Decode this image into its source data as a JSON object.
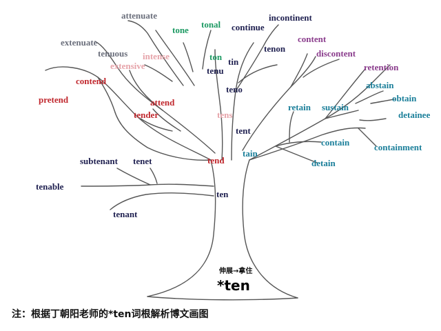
{
  "words": {
    "attenuate": "attenuate",
    "tone": "tone",
    "tonal": "tonal",
    "continue": "continue",
    "incontinent": "incontinent",
    "extenuate": "extenuate",
    "tenuous": "tenuous",
    "intense": "intense",
    "extensive": "extensive",
    "ton": "ton",
    "tin": "tin",
    "tenu": "tenu",
    "tenon": "tenon",
    "content": "content",
    "discontent": "discontent",
    "retention": "retention",
    "contend": "contend",
    "pretend": "pretend",
    "attend": "attend",
    "tender": "tender",
    "teno": "teno",
    "tens": "tens",
    "tent": "tent",
    "retain": "retain",
    "sustain": "sustain",
    "abstain": "abstain",
    "obtain": "obtain",
    "detainee": "detainee",
    "contain": "contain",
    "containment": "containment",
    "detain": "detain",
    "tain": "tain",
    "subtenant": "subtenant",
    "tenet": "tenet",
    "tend": "tend",
    "tenable": "tenable",
    "ten": "ten",
    "tenant": "tenant"
  },
  "root": {
    "meaning": "伸展→拿住",
    "word": "*ten"
  },
  "caption": "注：根据丁朝阳老师的*ten词根解析博文画图",
  "colors": {
    "gray": "#6b6f7c",
    "green": "#1d9a63",
    "navy": "#1f2050",
    "purple": "#8a3c8c",
    "red": "#c0272d",
    "teal": "#1b7f9a",
    "pink": "#e6a3a9",
    "outline": "#555555"
  }
}
